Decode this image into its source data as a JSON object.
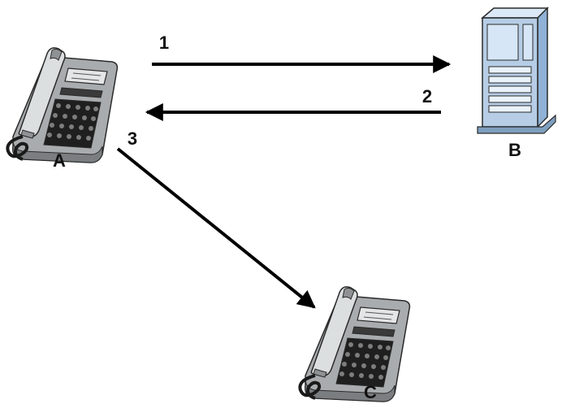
{
  "nodes": {
    "a": {
      "label": "A",
      "icon": "desk-phone-icon"
    },
    "b": {
      "label": "B",
      "icon": "server-tower-icon"
    },
    "c": {
      "label": "C",
      "icon": "desk-phone-icon"
    }
  },
  "arrows": [
    {
      "step": "1",
      "from": "A",
      "to": "B"
    },
    {
      "step": "2",
      "from": "B",
      "to": "A"
    },
    {
      "step": "3",
      "from": "A",
      "to": "C"
    }
  ],
  "colors": {
    "arrow": "#000000",
    "phone_body": "#a9acae",
    "phone_keypad": "#1f1f1f",
    "server_body": "#b6cde5",
    "server_front": "#d6e6f6"
  }
}
